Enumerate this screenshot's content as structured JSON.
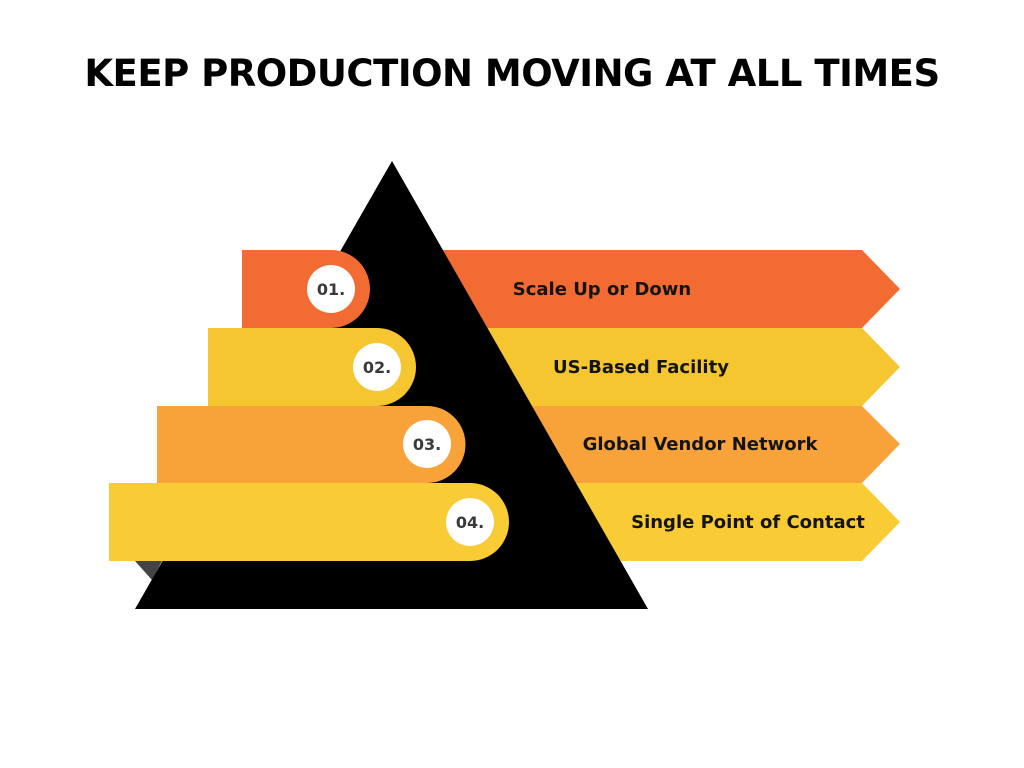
{
  "title": "KEEP PRODUCTION MOVING AT ALL TIMES",
  "colors": {
    "pyramid": "#000000",
    "orange_dark": "#F26B33",
    "yellow": "#F5C630",
    "orange_light": "#F7A33A",
    "yellow_bright": "#F9CB35",
    "badge": "#FFFFFF"
  },
  "steps": [
    {
      "number": "01.",
      "label": "Scale Up or Down",
      "color": "#F26B33"
    },
    {
      "number": "02.",
      "label": "US-Based Facility",
      "color": "#F5C630"
    },
    {
      "number": "03.",
      "label": "Global Vendor Network",
      "color": "#F7A33A"
    },
    {
      "number": "04.",
      "label": "Single Point of Contact",
      "color": "#F9CB35"
    }
  ]
}
